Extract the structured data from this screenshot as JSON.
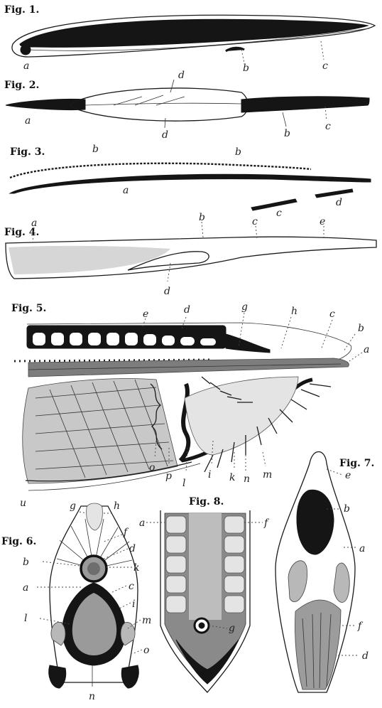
{
  "figures": {
    "fig1": {
      "title": "Fig. 1.",
      "labels": [
        "a",
        "b",
        "c"
      ]
    },
    "fig2": {
      "title": "Fig. 2.",
      "labels": [
        "d",
        "a",
        "d",
        "b",
        "c"
      ]
    },
    "fig3": {
      "title": "Fig. 3.",
      "labels": [
        "b",
        "b",
        "a",
        "c",
        "d"
      ]
    },
    "fig4": {
      "title": "Fig. 4.",
      "labels": [
        "a",
        "b",
        "c",
        "e",
        "d"
      ]
    },
    "fig5": {
      "title": "Fig. 5.",
      "labels": [
        "e",
        "d",
        "g",
        "h",
        "c",
        "b",
        "a",
        "o",
        "p",
        "l",
        "i",
        "k",
        "n",
        "m",
        "u"
      ]
    },
    "fig6": {
      "title": "Fig. 6.",
      "labels": [
        "g",
        "h",
        "f",
        "d",
        "b",
        "k",
        "a",
        "c",
        "i",
        "l",
        "m",
        "o",
        "n"
      ]
    },
    "fig7": {
      "title": "Fig. 7.",
      "labels": [
        "e",
        "b",
        "a",
        "f",
        "d"
      ]
    },
    "fig8": {
      "title": "Fig. 8.",
      "labels": [
        "a",
        "f",
        "g"
      ]
    }
  }
}
